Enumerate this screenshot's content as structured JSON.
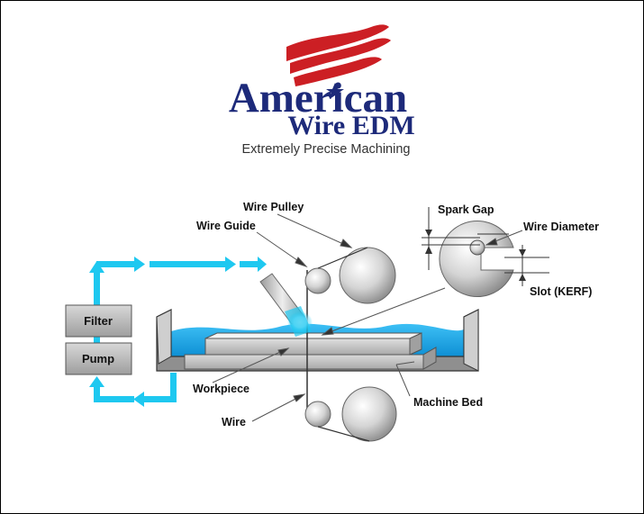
{
  "logo": {
    "line1": "American",
    "line2": "Wire EDM",
    "tagline": "Extremely Precise Machining"
  },
  "diagram": {
    "labels": {
      "wire_pulley": "Wire Pulley",
      "wire_guide": "Wire Guide",
      "spark_gap": "Spark Gap",
      "wire_diameter": "Wire Diameter",
      "slot_kerf": "Slot (KERF)",
      "workpiece": "Workpiece",
      "machine_bed": "Machine Bed",
      "wire": "Wire"
    },
    "boxes": {
      "filter": "Filter",
      "pump": "Pump"
    }
  },
  "colors": {
    "brand_navy": "#1d2a7a",
    "brand_red": "#cc1f24",
    "coolant_cyan": "#1ec8f0",
    "water": "#1aa9e8"
  }
}
